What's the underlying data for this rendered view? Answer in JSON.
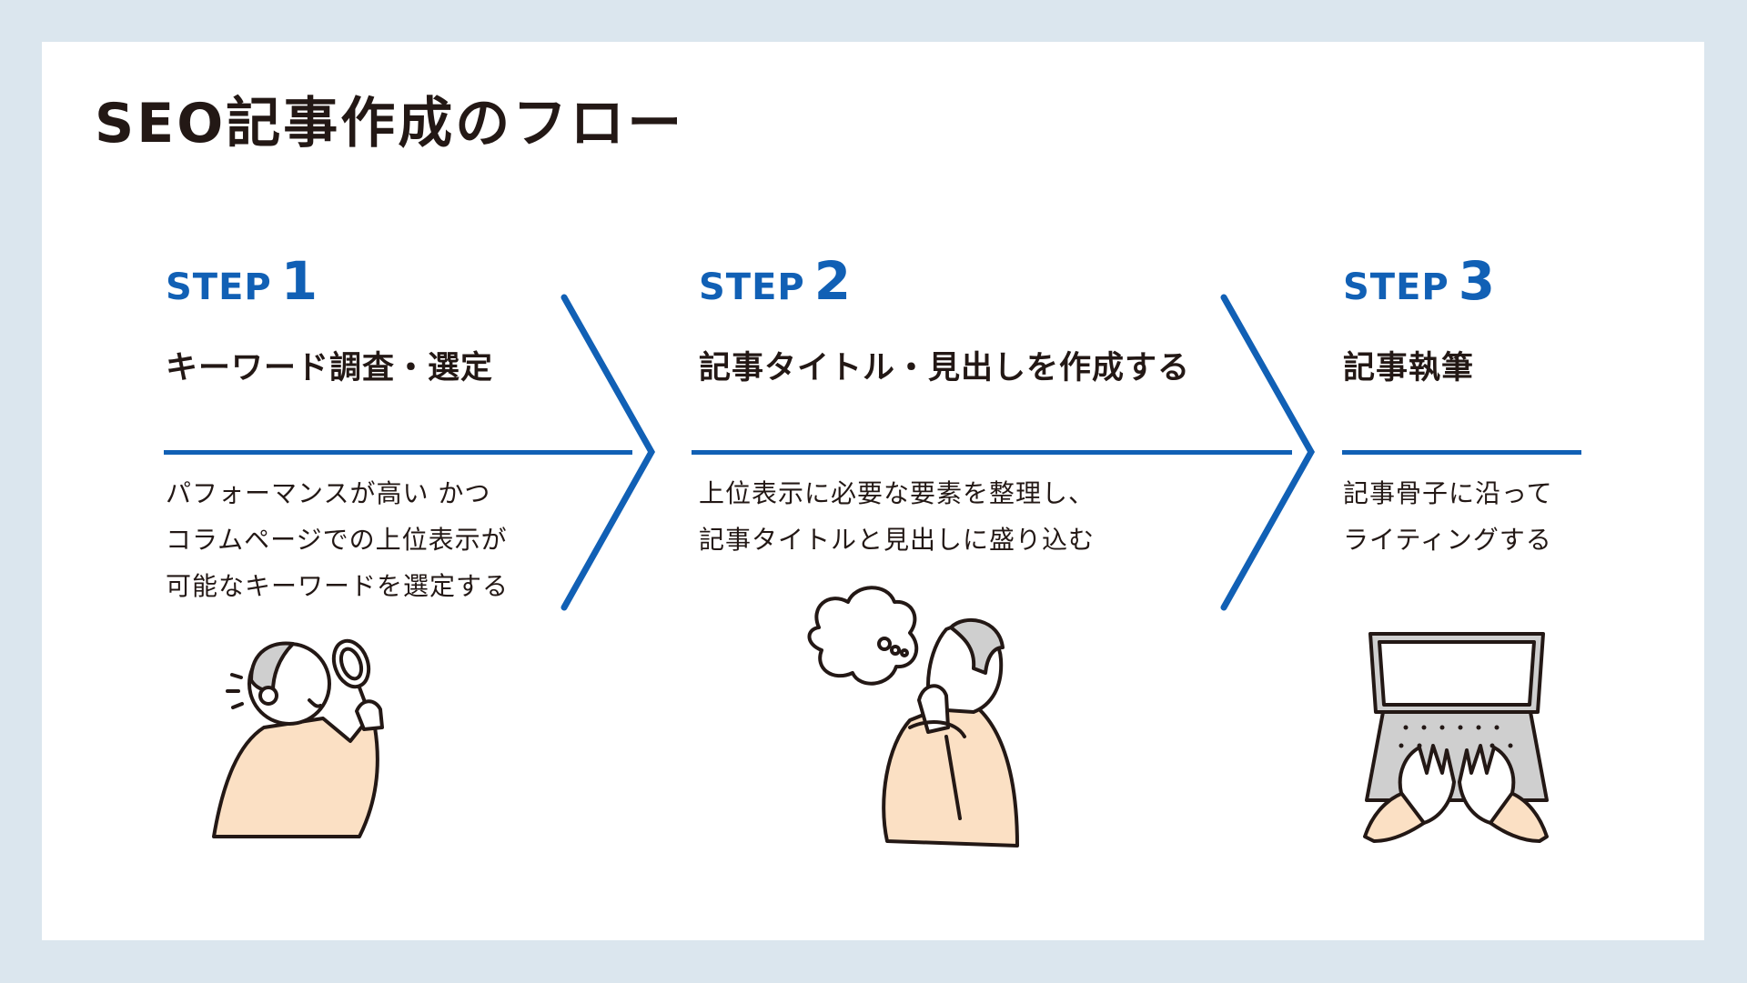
{
  "title": "SEO記事作成のフロー",
  "colors": {
    "accent": "#1160b5",
    "text": "#231815",
    "frame": "#dbe6ee",
    "skin": "#fbe0c4"
  },
  "steps": [
    {
      "word": "STEP",
      "number": "1",
      "heading": "キーワード調査・選定",
      "lines": [
        "パフォーマンスが高い かつ",
        "コラムページでの上位表示が",
        "可能なキーワードを選定する"
      ],
      "illustration": "man-with-magnifier-icon"
    },
    {
      "word": "STEP",
      "number": "2",
      "heading": "記事タイトル・見出しを作成する",
      "lines": [
        "上位表示に必要な要素を整理し、",
        "記事タイトルと見出しに盛り込む"
      ],
      "illustration": "man-thinking-icon"
    },
    {
      "word": "STEP",
      "number": "3",
      "heading": "記事執筆",
      "lines": [
        "記事骨子に沿って",
        "ライティングする"
      ],
      "illustration": "hands-typing-laptop-icon"
    }
  ]
}
